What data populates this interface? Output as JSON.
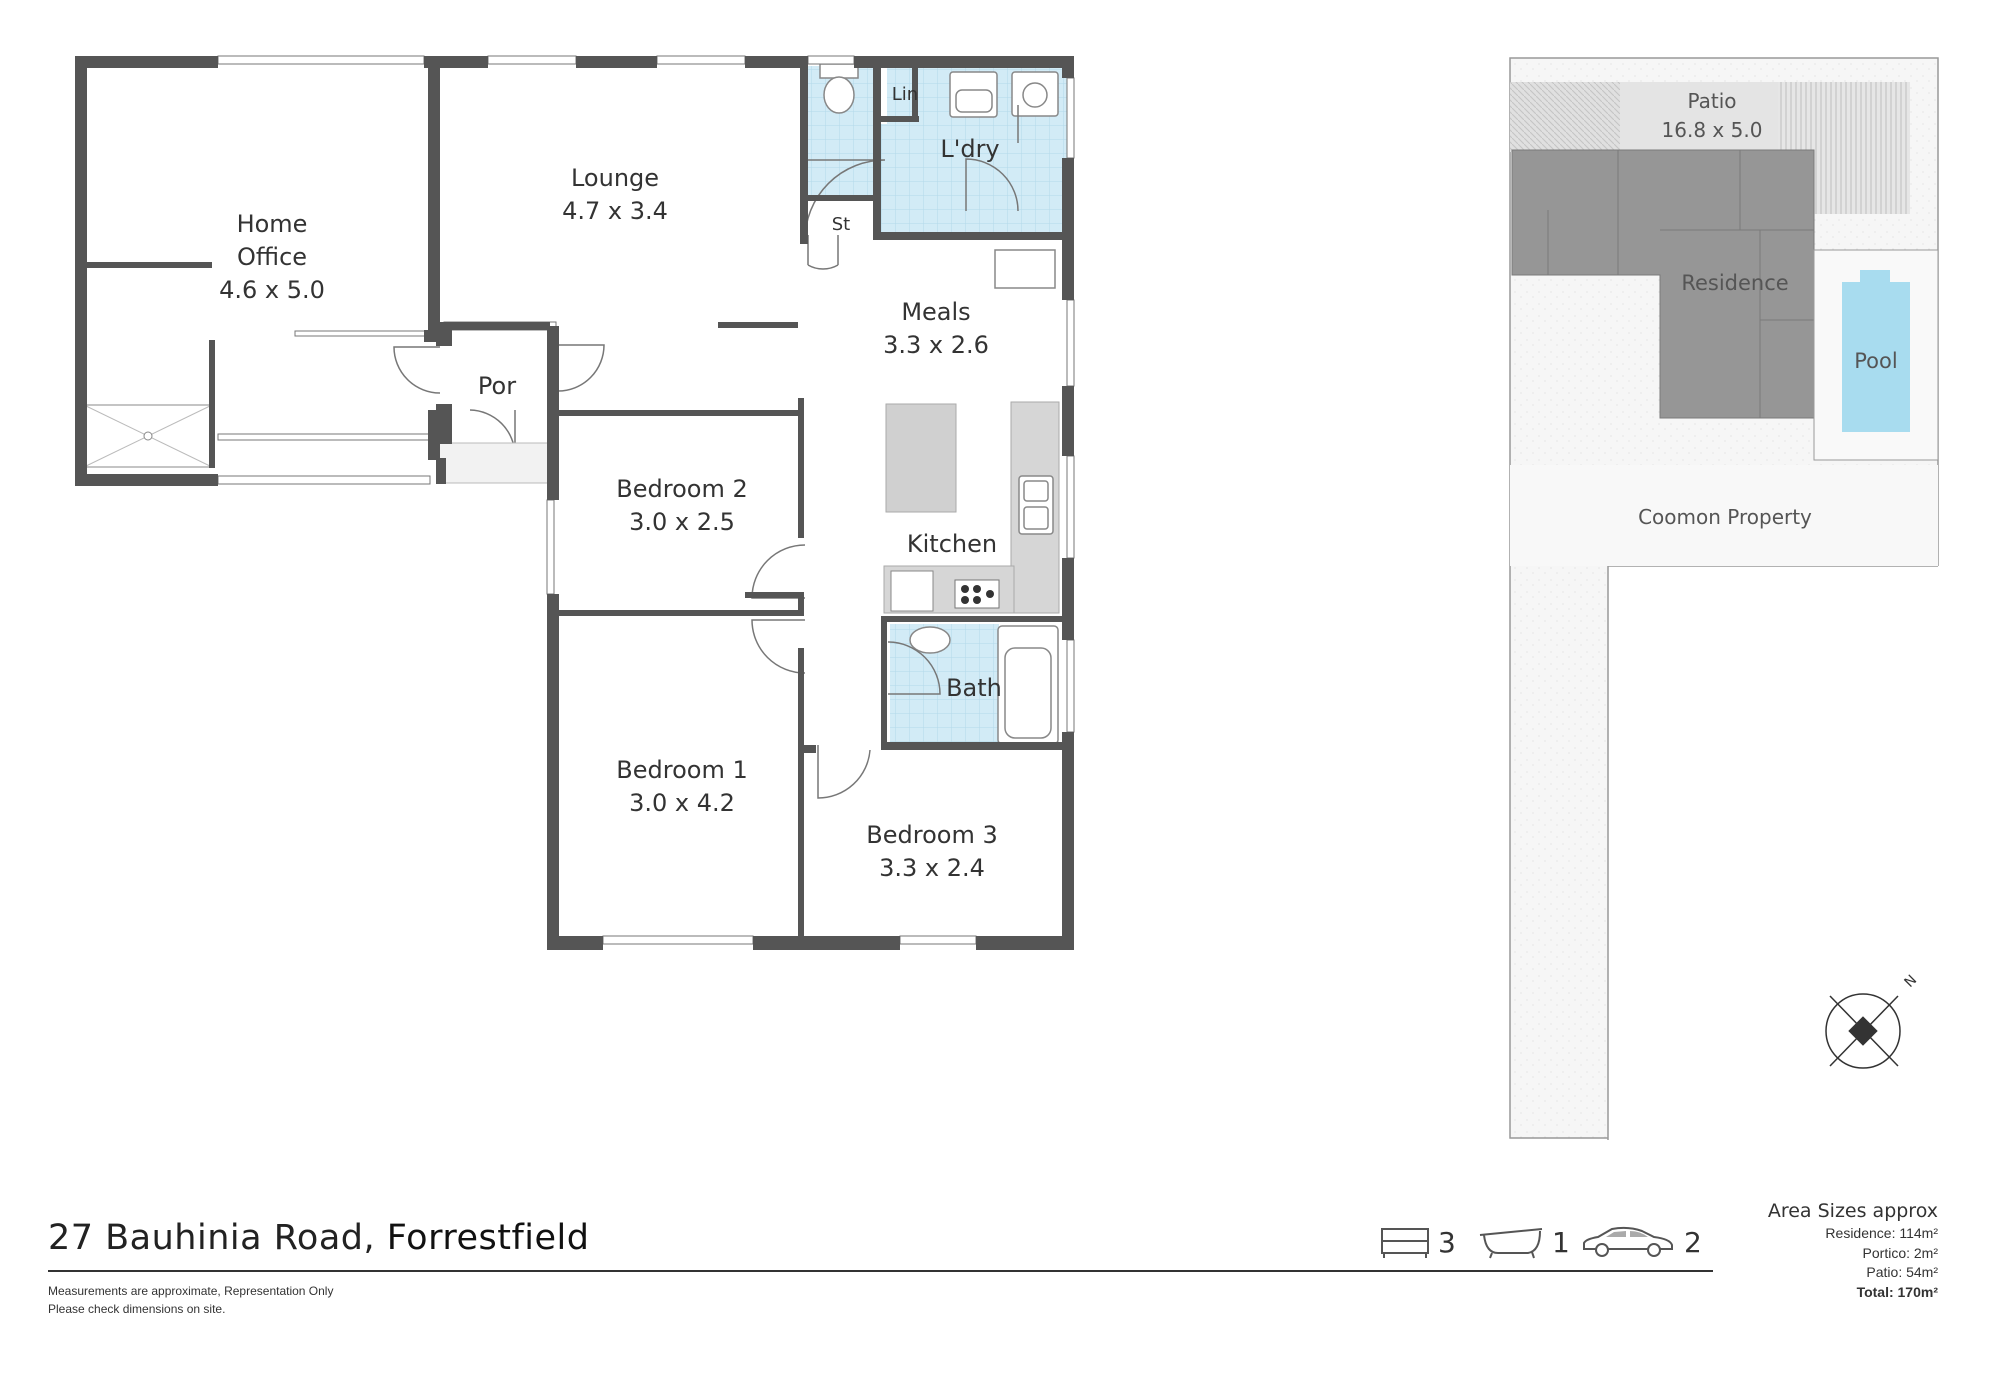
{
  "rooms": {
    "home_office": {
      "name_line1": "Home",
      "name_line2": "Office",
      "size": "4.6 x 5.0"
    },
    "lounge": {
      "name": "Lounge",
      "size": "4.7 x 3.4"
    },
    "lin": {
      "name": "Lin"
    },
    "laundry": {
      "name": "L'dry"
    },
    "store": {
      "name": "St"
    },
    "meals": {
      "name": "Meals",
      "size": "3.3 x 2.6"
    },
    "porch": {
      "name": "Por"
    },
    "bedroom2": {
      "name": "Bedroom 2",
      "size": "3.0 x 2.5"
    },
    "kitchen": {
      "name": "Kitchen"
    },
    "bath": {
      "name": "Bath"
    },
    "bedroom1": {
      "name": "Bedroom 1",
      "size": "3.0 x 4.2"
    },
    "bedroom3": {
      "name": "Bedroom 3",
      "size": "3.3 x 2.4"
    }
  },
  "site_plan": {
    "patio": {
      "name": "Patio",
      "size": "16.8 x 5.0"
    },
    "residence": "Residence",
    "pool": "Pool",
    "common": "Coomon Property",
    "north": "N"
  },
  "footer": {
    "street": "27 Bauhinia Road, ",
    "suburb": "Forrestfield",
    "disclaimer_line1": "Measurements are approximate, Representation Only",
    "disclaimer_line2": "Please check dimensions on site.",
    "bedrooms": "3",
    "bathrooms": "1",
    "car_spaces": "2"
  },
  "areas": {
    "heading": "Area Sizes approx",
    "residence": "Residence: 114m²",
    "portico": "Portico: 2m²",
    "patio": "Patio: 54m²",
    "total": "Total: 170m²"
  },
  "colors": {
    "wall": "#555555",
    "wet_area_tile": "#c8e6f3",
    "bench": "#d4d4d4",
    "residence_fill": "#969696",
    "pool": "#a8dcef",
    "patio_hatch": "#cccccc"
  }
}
